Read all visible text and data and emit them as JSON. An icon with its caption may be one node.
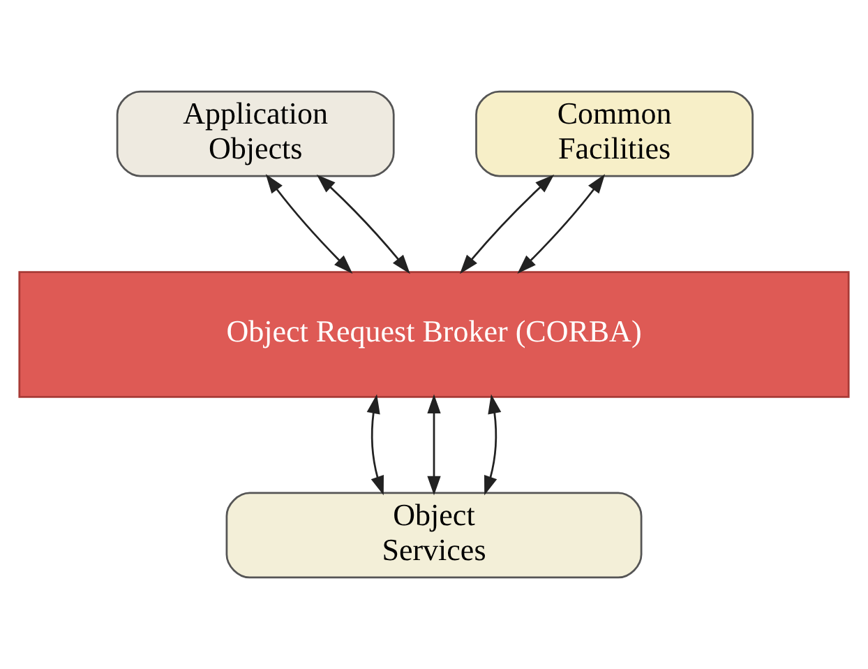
{
  "diagram": {
    "nodes": [
      {
        "text": [
          "Application Objects"
        ]
      },
      {
        "text": [
          "Common Facilities"
        ]
      },
      {
        "text": [
          "Object Request Broker (CORBA)"
        ]
      },
      {
        "text": [
          "Object Services"
        ]
      }
    ],
    "edges": [
      {
        "from": 0,
        "to": 2,
        "arrow": "both"
      },
      {
        "from": 0,
        "to": 2,
        "arrow": "both"
      },
      {
        "from": 1,
        "to": 2,
        "arrow": "both"
      },
      {
        "from": 1,
        "to": 2,
        "arrow": "both"
      },
      {
        "from": 2,
        "to": 3,
        "arrow": "both"
      },
      {
        "from": 2,
        "to": 3,
        "arrow": "both"
      },
      {
        "from": 2,
        "to": 3,
        "arrow": "both"
      }
    ]
  }
}
